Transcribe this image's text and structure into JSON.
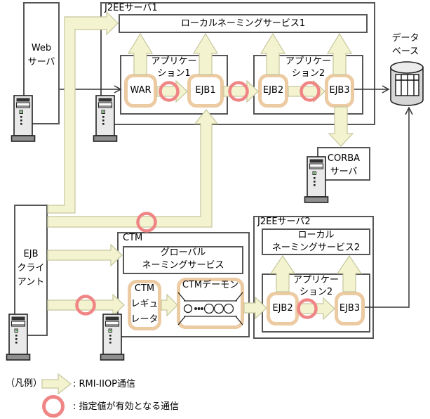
{
  "web_server": {
    "label": "Web\nサーバ"
  },
  "j2ee_server1": {
    "title": "J2EEサーバ1",
    "naming_service": "ローカルネーミングサービス1",
    "application1": {
      "label": "アプリケー\nション1",
      "war": "WAR",
      "ejb1": "EJB1"
    },
    "application2": {
      "label": "アプリケー\nション2",
      "ejb2": "EJB2",
      "ejb3": "EJB3"
    }
  },
  "database": {
    "label": "データ\nベース"
  },
  "corba_server": {
    "label": "CORBA\nサーバ"
  },
  "ejb_client": {
    "label": "EJB\nクライ\nアント"
  },
  "ctm": {
    "title": "CTM",
    "global_naming_service": "グローバル\nネーミングサービス",
    "regulator": "CTM\nレギュ\nレータ",
    "daemon": "CTMデーモン"
  },
  "j2ee_server2": {
    "title": "J2EEサーバ2",
    "naming_service": "ローカル\nネーミングサービス2",
    "application": {
      "label": "アプリケー\nション2",
      "ejb2": "EJB2",
      "ejb3": "EJB3"
    }
  },
  "legend": {
    "heading": "（凡例）",
    "arrow_label": ": RMI-IIOP通信",
    "circle_label": ": 指定値が有効となる通信"
  },
  "colors": {
    "rmi_arrow_fill": "#f3f3cf",
    "rmi_arrow_stroke": "#c6c69e",
    "valid_value_circle": "#f08585",
    "component_border": "#eccaa2",
    "box_border": "#565656"
  },
  "icons": {
    "server_machine": "server-tower-icon",
    "database": "database-cylinder-icon",
    "ctm_daemon_queue": "queue-circles-icon"
  }
}
